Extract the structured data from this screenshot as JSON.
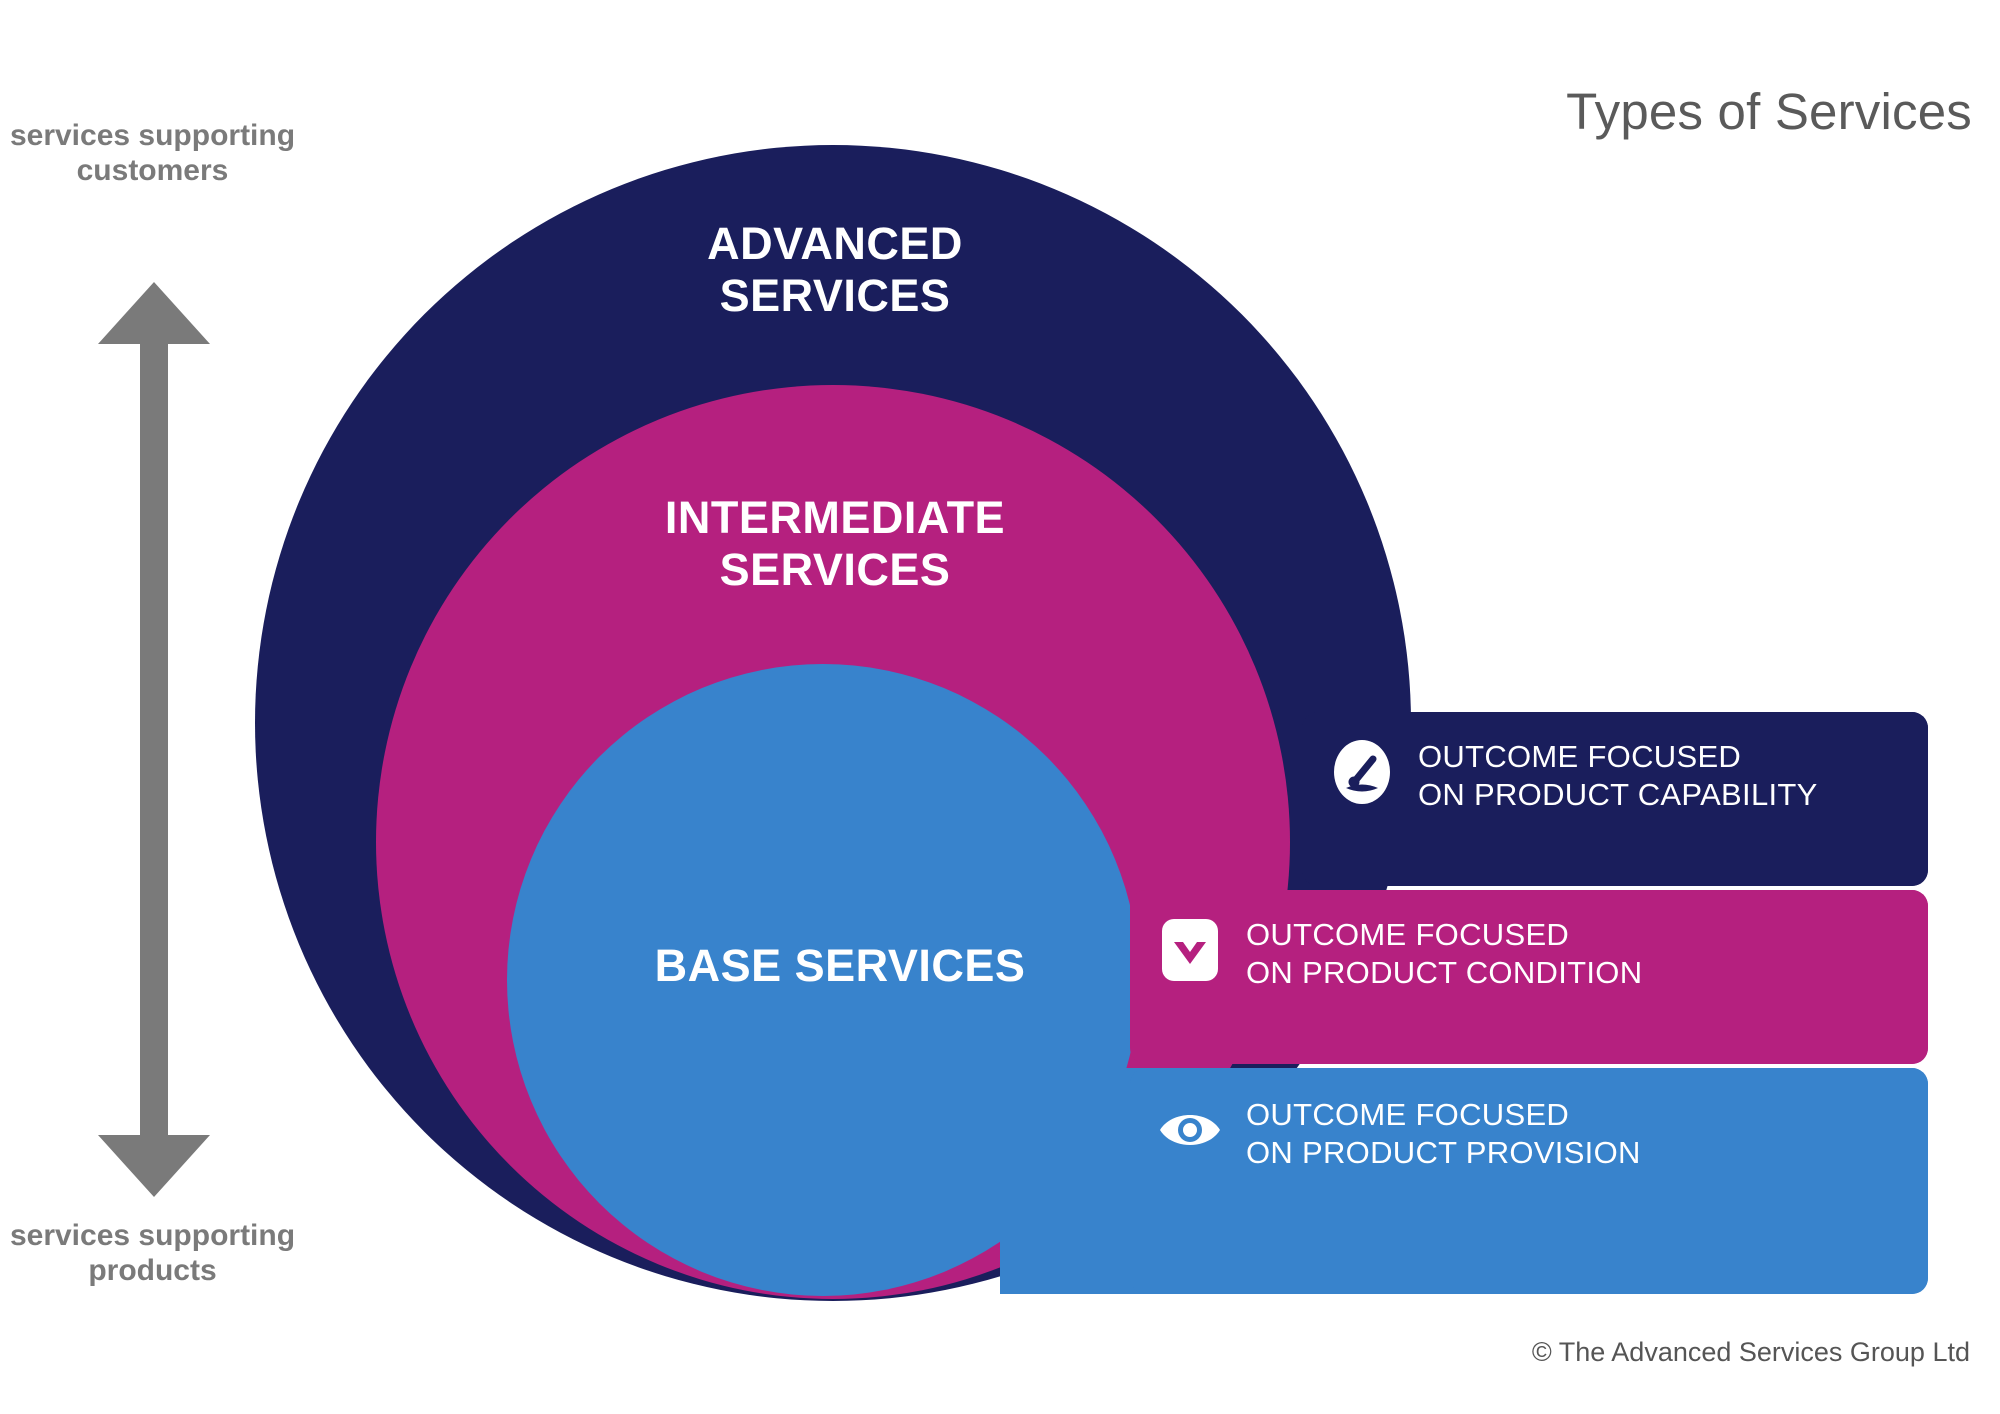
{
  "header": {
    "title": "Types of Services"
  },
  "axis": {
    "top_label": "services\nsupporting\ncustomers",
    "bottom_label": "services\nsupporting\nproducts",
    "arrow_icon": "double-headed-vertical-arrow-icon",
    "arrow_color": "#7a7a7a"
  },
  "circles": [
    {
      "id": "advanced",
      "label": "ADVANCED\nSERVICES",
      "color": "#1a1e5c"
    },
    {
      "id": "intermediate",
      "label": "INTERMEDIATE\nSERVICES",
      "color": "#b5207f"
    },
    {
      "id": "base",
      "label": "BASE SERVICES",
      "color": "#3883cc"
    }
  ],
  "banners": [
    {
      "id": "capability",
      "text": "OUTCOME FOCUSED\nON PRODUCT CAPABILITY",
      "icon": "gauge-icon",
      "color": "#1a1e5c"
    },
    {
      "id": "condition",
      "text": "OUTCOME FOCUSED\nON PRODUCT CONDITION",
      "icon": "checkmark-box-icon",
      "color": "#b5207f"
    },
    {
      "id": "provision",
      "text": "OUTCOME FOCUSED\nON PRODUCT PROVISION",
      "icon": "eye-icon",
      "color": "#3883cc"
    }
  ],
  "footer": {
    "copyright": "© The Advanced Services Group Ltd"
  },
  "colors": {
    "navy": "#1a1e5c",
    "magenta": "#b5207f",
    "blue": "#3883cc",
    "gray": "#7a7a7a",
    "title_gray": "#5a5a5a",
    "background": "#ffffff"
  }
}
